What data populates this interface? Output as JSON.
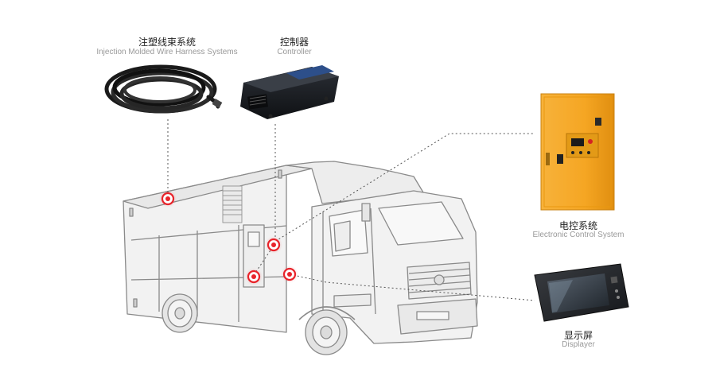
{
  "components": {
    "harness": {
      "cn": "注塑线束系统",
      "en": "Injection Molded Wire Harness Systems"
    },
    "controller": {
      "cn": "控制器",
      "en": "Controller"
    },
    "ecs": {
      "cn": "电控系统",
      "en": "Electronic Control System"
    },
    "display": {
      "cn": "显示屏",
      "en": "Displayer"
    }
  },
  "colors": {
    "marker": "#e8232a",
    "truck_fill": "#f2f2f2",
    "truck_line": "#8a8a8a",
    "cabinet": "#f5a623",
    "leader": "#555555"
  }
}
